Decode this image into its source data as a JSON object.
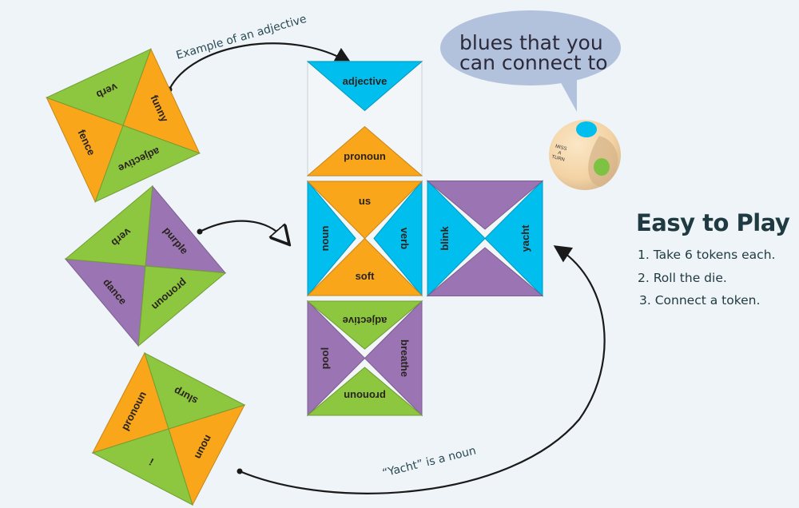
{
  "colors": {
    "orange": "#f9a61b",
    "green": "#8dc63f",
    "purple": "#9b75b3",
    "blue": "#00bfef",
    "empty": "#f2f6f9",
    "background": "#eef4f8",
    "bubble": "#b3c2dc",
    "die": "#f6d9ae"
  },
  "hand_tokens": [
    {
      "top": {
        "word": "verb",
        "color": "green"
      },
      "right": {
        "word": "funny",
        "color": "orange"
      },
      "bottom": {
        "word": "adjective",
        "color": "green"
      },
      "left": {
        "word": "fence",
        "color": "orange"
      }
    },
    {
      "top": {
        "word": "verb",
        "color": "green"
      },
      "right": {
        "word": "purple",
        "color": "purple"
      },
      "bottom": {
        "word": "pronoun",
        "color": "green"
      },
      "left": {
        "word": "dance",
        "color": "purple"
      }
    },
    {
      "top": {
        "word": "slurp",
        "color": "green"
      },
      "right": {
        "word": "noun",
        "color": "orange"
      },
      "bottom": {
        "word": "!",
        "color": "green"
      },
      "left": {
        "word": "pronoun",
        "color": "orange"
      }
    }
  ],
  "board_tiles": [
    {
      "top": {
        "word": "adjective",
        "color": "blue"
      },
      "right": {
        "word": "",
        "color": "empty"
      },
      "bottom": {
        "word": "pronoun",
        "color": "orange"
      },
      "left": {
        "word": "",
        "color": "empty"
      }
    },
    {
      "top": {
        "word": "us",
        "color": "orange"
      },
      "right": {
        "word": "verb",
        "color": "blue"
      },
      "bottom": {
        "word": "soft",
        "color": "orange"
      },
      "left": {
        "word": "noun",
        "color": "blue"
      }
    },
    {
      "top": {
        "word": "",
        "color": "purple"
      },
      "right": {
        "word": "yacht",
        "color": "blue"
      },
      "bottom": {
        "word": "",
        "color": "purple"
      },
      "left": {
        "word": "blink",
        "color": "blue"
      }
    },
    {
      "top": {
        "word": "adjective",
        "color": "green"
      },
      "right": {
        "word": "breathe",
        "color": "purple"
      },
      "bottom": {
        "word": "pronoun",
        "color": "green"
      },
      "left": {
        "word": "pool",
        "color": "purple"
      }
    }
  ],
  "annotations": {
    "adjective_example": "Example of an adjective",
    "yacht_noun": "“Yacht” is a noun"
  },
  "speech_bubble": {
    "line1": "blues that you",
    "line2": "can connect to"
  },
  "die": {
    "face_text": [
      "MISS",
      "A",
      "TURN"
    ],
    "top_dot_color": "#00bfef",
    "side_dot_color": "#7dc242"
  },
  "instructions": {
    "title": "Easy to Play",
    "steps": [
      "1. Take 6 tokens each.",
      "2. Roll the die.",
      "3. Connect a token."
    ]
  }
}
